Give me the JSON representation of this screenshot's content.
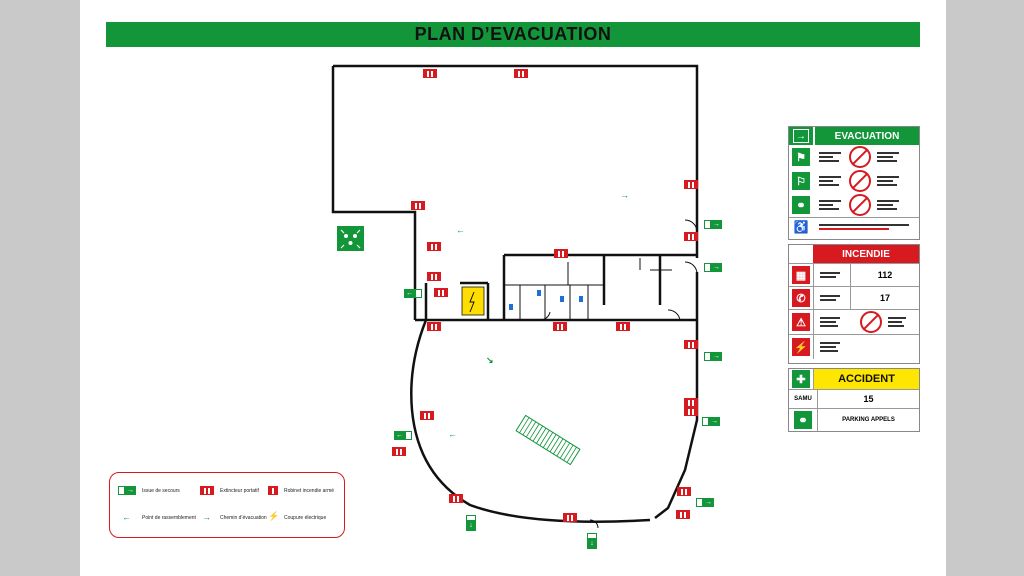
{
  "title": "PLAN D’EVACUATION",
  "colors": {
    "green": "#13963a",
    "red": "#d71920",
    "yellow": "#ffdd00",
    "accident_yellow": "#ffe600"
  },
  "panels": {
    "evacuation": {
      "title": "EVACUATION",
      "header_icon": "right-arrow-icon"
    },
    "incendie": {
      "title": "INCENDIE",
      "rows": [
        {
          "icon": "fire-alarm-icon",
          "value": "112"
        },
        {
          "icon": "fire-phone-icon",
          "value": "17"
        }
      ]
    },
    "accident": {
      "title": "ACCIDENT",
      "rows": [
        {
          "label": "SAMU",
          "value": "15"
        },
        {
          "icon": "first-aid-icon",
          "value": "PARKING APPELS"
        }
      ]
    }
  },
  "legend": {
    "exit": "Issue de secours",
    "extinguisher": "Extincteur portatif",
    "hose": "Robinet incendie armé",
    "assembly": "Point de rassemblement",
    "path": "Chemin d’évacuation",
    "power": "Coupure électrique"
  }
}
